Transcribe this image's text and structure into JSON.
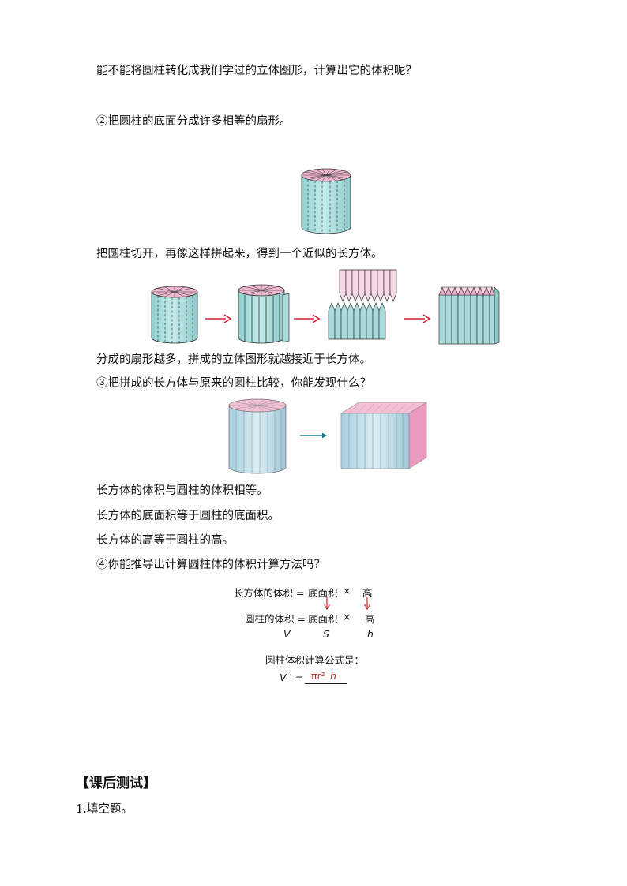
{
  "text": {
    "intro_question": "能不能将圆柱转化成我们学过的立体图形，计算出它的体积呢？",
    "step2": "②把圆柱的底面分成许多相等的扇形。",
    "cut_text": "把圆柱切开，再像这样拼起来，得到一个近似的长方体。",
    "more_sectors": "分成的扇形越多，拼成的立体图形就越接近于长方体。",
    "step3": "③把拼成的长方体与原来的圆柱比较，你能发现什么？",
    "finding1": "长方体的体积与圆柱的体积相等。",
    "finding2": "长方体的底面积等于圆柱的底面积。",
    "finding3": "长方体的高等于圆柱的高。",
    "step4": "④你能推导出计算圆柱体的体积计算方法吗？"
  },
  "formula": {
    "row1_label": "长方体的体积 =",
    "row1_base": "底面积",
    "row1_times": "×",
    "row1_height": "高",
    "row2_label": "圆柱的体积 =",
    "row2_base": "底面积",
    "row2_times": "×",
    "row2_height": "高",
    "var_v": "V",
    "var_s": "S",
    "var_h": "h",
    "caption": "圆柱体积计算公式是：",
    "result_v": "V",
    "result_eq": "=",
    "result_pi": "πr²",
    "result_h": "h"
  },
  "after_class": {
    "title": "【课后测试】",
    "q1": "1.填空题。"
  },
  "colors": {
    "cylinder_side": "#a8dcdc",
    "cylinder_top": "#f0b8d0",
    "arrow_red": "#d0202c",
    "arrow_teal": "#1a7a8a"
  }
}
